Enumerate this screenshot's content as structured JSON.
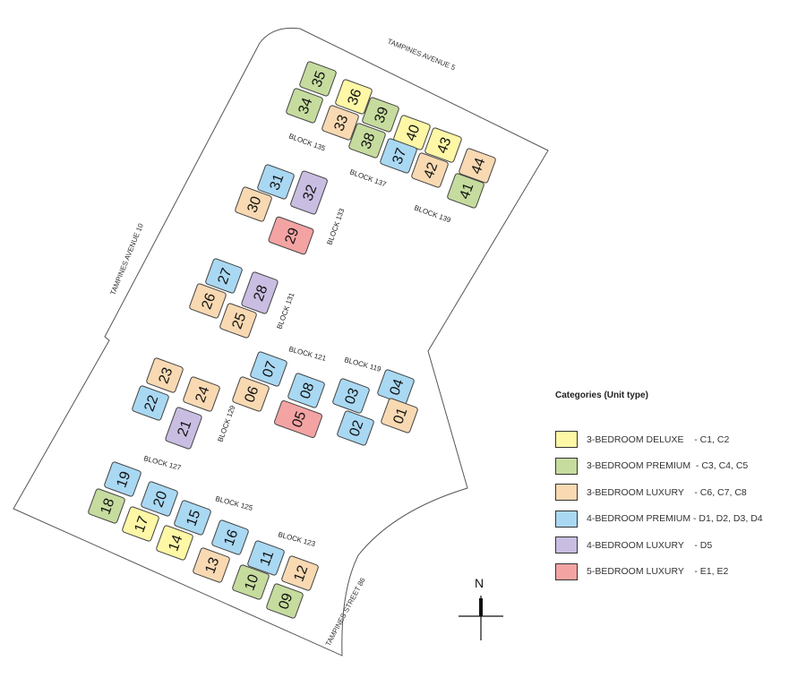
{
  "colors": {
    "deluxe3": "#fdf7a6",
    "premium3": "#c6dc9e",
    "luxury3": "#f8d9b2",
    "premium4": "#a9d8f3",
    "luxury4": "#c9bde2",
    "luxury5": "#f4a3a3"
  },
  "roads": [
    "TAMPINES AVENUE 5",
    "TAMPINES AVENUE 10",
    "TAMPINES STREET 86"
  ],
  "blocks": [
    "BLOCK 135",
    "BLOCK 137",
    "BLOCK 139",
    "BLOCK 133",
    "BLOCK 131",
    "BLOCK 121",
    "BLOCK 119",
    "BLOCK 129",
    "BLOCK 127",
    "BLOCK 125",
    "BLOCK 123"
  ],
  "units": [
    {
      "n": "35",
      "t": "premium3"
    },
    {
      "n": "34",
      "t": "premium3"
    },
    {
      "n": "36",
      "t": "deluxe3"
    },
    {
      "n": "33",
      "t": "luxury3"
    },
    {
      "n": "39",
      "t": "premium3"
    },
    {
      "n": "38",
      "t": "premium3"
    },
    {
      "n": "40",
      "t": "deluxe3"
    },
    {
      "n": "37",
      "t": "premium4"
    },
    {
      "n": "43",
      "t": "deluxe3"
    },
    {
      "n": "42",
      "t": "luxury3"
    },
    {
      "n": "44",
      "t": "luxury3"
    },
    {
      "n": "41",
      "t": "premium3"
    },
    {
      "n": "31",
      "t": "premium4"
    },
    {
      "n": "30",
      "t": "luxury3"
    },
    {
      "n": "32",
      "t": "luxury4"
    },
    {
      "n": "29",
      "t": "luxury5"
    },
    {
      "n": "27",
      "t": "premium4"
    },
    {
      "n": "26",
      "t": "luxury3"
    },
    {
      "n": "28",
      "t": "luxury4"
    },
    {
      "n": "25",
      "t": "luxury3"
    },
    {
      "n": "07",
      "t": "premium4"
    },
    {
      "n": "06",
      "t": "luxury3"
    },
    {
      "n": "08",
      "t": "premium4"
    },
    {
      "n": "05",
      "t": "luxury5"
    },
    {
      "n": "03",
      "t": "premium4"
    },
    {
      "n": "04",
      "t": "premium4"
    },
    {
      "n": "02",
      "t": "premium4"
    },
    {
      "n": "01",
      "t": "luxury3"
    },
    {
      "n": "23",
      "t": "luxury3"
    },
    {
      "n": "22",
      "t": "premium4"
    },
    {
      "n": "24",
      "t": "luxury3"
    },
    {
      "n": "21",
      "t": "luxury4"
    },
    {
      "n": "19",
      "t": "premium4"
    },
    {
      "n": "18",
      "t": "premium3"
    },
    {
      "n": "20",
      "t": "premium4"
    },
    {
      "n": "17",
      "t": "deluxe3"
    },
    {
      "n": "15",
      "t": "premium4"
    },
    {
      "n": "14",
      "t": "deluxe3"
    },
    {
      "n": "16",
      "t": "premium4"
    },
    {
      "n": "13",
      "t": "luxury3"
    },
    {
      "n": "11",
      "t": "premium4"
    },
    {
      "n": "10",
      "t": "premium3"
    },
    {
      "n": "12",
      "t": "luxury3"
    },
    {
      "n": "09",
      "t": "premium3"
    }
  ],
  "compass": "N",
  "legend": {
    "title": "Categories (Unit type)",
    "items": [
      {
        "key": "deluxe3",
        "label": "3-BEDROOM DELUXE    - C1, C2"
      },
      {
        "key": "premium3",
        "label": "3-BEDROOM PREMIUM  - C3, C4, C5"
      },
      {
        "key": "luxury3",
        "label": "3-BEDROOM LUXURY    - C6, C7, C8"
      },
      {
        "key": "premium4",
        "label": "4-BEDROOM PREMIUM - D1, D2, D3, D4"
      },
      {
        "key": "luxury4",
        "label": "4-BEDROOM LUXURY    - D5"
      },
      {
        "key": "luxury5",
        "label": "5-BEDROOM LUXURY    - E1, E2"
      }
    ]
  }
}
